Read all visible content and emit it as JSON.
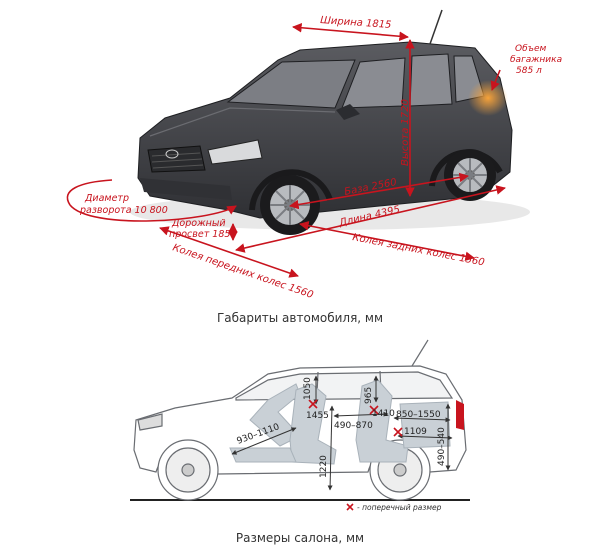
{
  "exterior": {
    "caption": "Габариты автомобиля, мм",
    "labels": {
      "width": "Ширина 1815",
      "trunk_line1": "Объем",
      "trunk_line2": "багажника",
      "trunk_line3": "585 л",
      "height": "Высота 1720",
      "wheelbase": "База 2560",
      "length": "Длина 4395",
      "turning_line1": "Диаметр",
      "turning_line2": "разворота 10 800",
      "clearance_line1": "Дорожный",
      "clearance_line2": "просвет 185",
      "rear_track": "Колея задних колес 1560",
      "front_track": "Колея передних колес 1560"
    }
  },
  "interior": {
    "caption": "Размеры салона, мм",
    "legend": "- поперечный размер",
    "dims": {
      "d1050": "1050",
      "d1455": "1455",
      "d965": "965",
      "d1410": "1410",
      "d850_1550": "850–1550",
      "d930_1110": "930–1110",
      "d490_870": "490–870",
      "d1220": "1220",
      "d1109": "1109",
      "d490_540": "490–540"
    }
  },
  "colors": {
    "accent": "#c8141e",
    "car_body": "#4a4b4f",
    "car_dark": "#2b2c30",
    "interior": "#c9d0d6"
  }
}
